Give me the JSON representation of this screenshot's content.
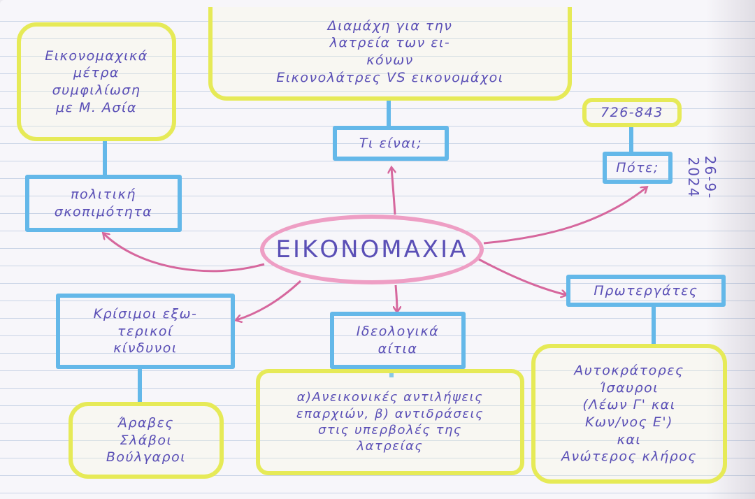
{
  "center": "ΕΙΚΟΝΟΜΑΧΙΑ",
  "side_note": "26-9-2024",
  "nodes": {
    "what_answer": "Διαμάχη για την\nλατρεία των ει-\nκόνων\nΕικονολάτρες VS εικονομάχοι",
    "what_question": "Τι είναι;",
    "when_answer": "726-843",
    "when_question": "Πότε;",
    "policy_answer": "Εικονομαχικά\nμέτρα\nσυμφιλίωση\nμε Μ. Ασία",
    "policy_question": "πολιτική\nσκοπιμότητα",
    "dangers_question": "Κρίσιμοι εξω-\nτερικοί\nκίνδυνοι",
    "dangers_answer": "Άραβες\nΣλάβοι\nΒούλγαροι",
    "ideology_question": "Ιδεολογικά\nαίτια",
    "ideology_answer": "α)Ανεικονικές αντιλήψεις\nεπαρχιών, β) αντιδράσεις\nστις υπερβολές της\nλατρείας",
    "leaders_question": "Πρωτεργάτες",
    "leaders_answer": "Αυτοκράτορες\nΊσαυροι\n(Λέων Γ' και\nΚων/νος Ε')\nκαι\nΑνώτερος κλήρος"
  },
  "colors": {
    "ink": "#5a4fb6",
    "yellow_highlight": "#e6ea57",
    "blue_highlight": "#64b8e9",
    "pink_highlight": "#ee9ec4"
  }
}
